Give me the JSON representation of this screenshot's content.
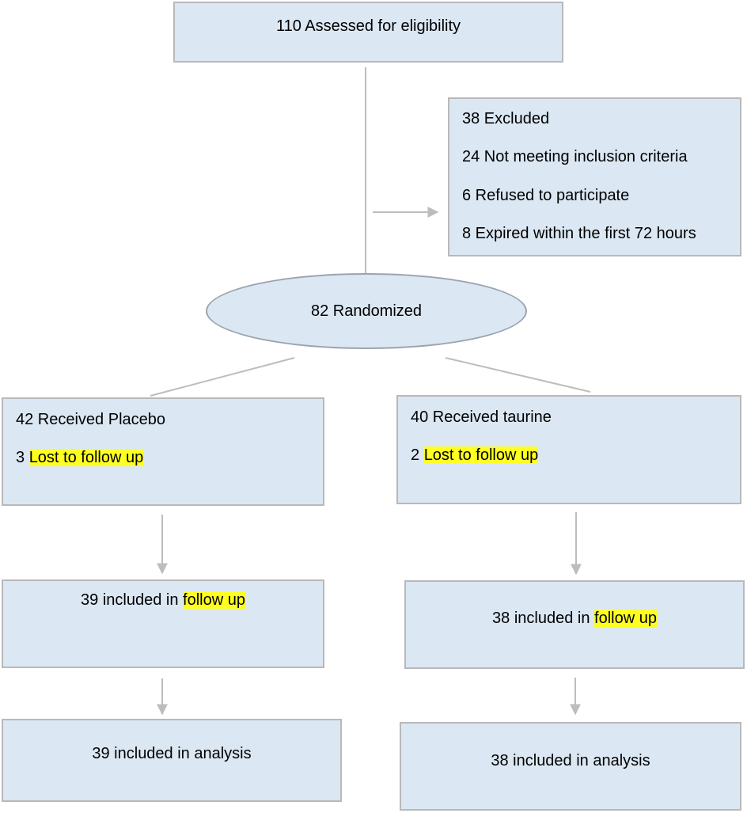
{
  "assessed": {
    "text": "110 Assessed for eligibility"
  },
  "excluded": {
    "title": "38 Excluded",
    "reasons": [
      "24 Not meeting inclusion criteria",
      "6 Refused to participate",
      "8 Expired within the first 72 hours"
    ]
  },
  "randomized": {
    "text": "82 Randomized"
  },
  "placebo": {
    "received": "42 Received Placebo",
    "lost_count": "3",
    "lost_label": "Lost to follow up",
    "followup_prefix": "39 included in",
    "followup_highlight": "follow up",
    "analysis": "39 included in analysis"
  },
  "taurine": {
    "received": "40 Received taurine",
    "lost_count": "2",
    "lost_label": "Lost to follow up",
    "followup_prefix": "38 included in",
    "followup_highlight": "follow up",
    "analysis": "38 included in analysis"
  },
  "colors": {
    "box_fill": "#dbe7f3",
    "box_border": "#b9b9b9",
    "highlight": "#ffff22",
    "connector": "#bdbdbd"
  }
}
